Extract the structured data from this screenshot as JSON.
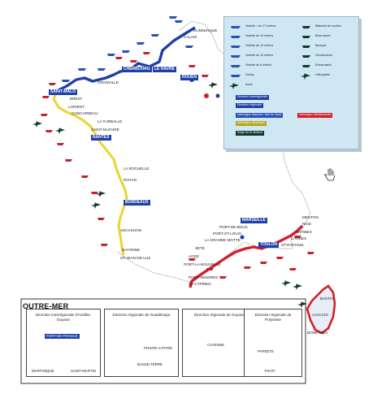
{
  "cities": {
    "dunkerque": "DUNKERQUE",
    "calais": "CALAIS",
    "cherbourg": "CHERBOURG",
    "le_havre": "LE HAVRE",
    "rouen": "ROUEN",
    "granville": "GRANVILLE",
    "saint_malo": "SAINT-MALO",
    "brest": "BREST",
    "lorient": "LORIENT",
    "concarneau": "CONCARNEAU",
    "la_turballe": "LA TURBALLE",
    "saint_nazaire": "SAINT-NAZAIRE",
    "nantes": "NANTES",
    "la_rochelle": "LA ROCHELLE",
    "royan": "ROYAN",
    "bordeaux": "BORDEAUX",
    "arcachon": "ARCACHON",
    "bayonne": "BAYONNE",
    "saint_jean_de_luz": "ST-JEAN-DE-LUZ",
    "marseille": "MARSEILLE",
    "toulon": "TOULON",
    "nice": "NICE",
    "menton": "MENTON",
    "antibes": "ANTIBES",
    "cannes": "CANNES",
    "saint_raphael": "ST-RAPHAEL",
    "port_de_bouc": "PORT-DE-BOUC",
    "port_saint_louis": "PORT-ST-LOUIS",
    "la_grande_motte": "LA GRANDE MOTTE",
    "sete": "SETE",
    "agde": "AGDE",
    "port_la_nouvelle": "PORT-LA-NOUVELLE",
    "port_vendres": "PORT-VENDRES",
    "bastia": "BASTIA",
    "ajaccio": "AJACCIO",
    "bonifacio": "BONIFACIO",
    "saint_cyprien": "ST-CYPRIEN"
  },
  "legend": {
    "items": [
      "Vedette > de 17 mètres",
      "Vedette de 14 mètres",
      "Vedette de 12 mètres",
      "Vedette de 10 mètres",
      "Vedette de 8 mètres",
      "Zodiac",
      "Bâtiment de soutien",
      "Brise-lames",
      "Baraque",
      "Gendarmerie",
      "Embarcation",
      "Hélicoptère",
      "Avion"
    ],
    "pills": [
      "Direction interrégionale",
      "Direction régionale",
      "Interrégion Manche / Mer du Nord",
      "Interrégion Atlantique",
      "Interrégion Méditerranée",
      "Siège de la division"
    ]
  },
  "outre_mer": {
    "title": "OUTRE-MER",
    "boxes": [
      {
        "head": "Direction interrégionale d'Antilles-Guyane",
        "labels": [
          "FORT-DE-FRANCE",
          "MARTINIQUE",
          "SAINT-MARTIN"
        ]
      },
      {
        "head": "Direction régionale de Guadeloupe",
        "labels": [
          "POINTE-A-PITRE",
          "BASSE-TERRE"
        ]
      },
      {
        "head": "Direction régionale de Guyane",
        "labels": [
          "CAYENNE"
        ]
      },
      {
        "head": "Direction régionale de Polynésie",
        "labels": [
          "PAPEETE",
          "TAHITI"
        ]
      }
    ]
  },
  "colors": {
    "manche_coast": "#1f3fa8",
    "atlantic_coast": "#f0e04a",
    "med_coast": "#d3202a",
    "overseas_coast": "#3aa0e0",
    "legend_bg": "#cfe7f3"
  }
}
